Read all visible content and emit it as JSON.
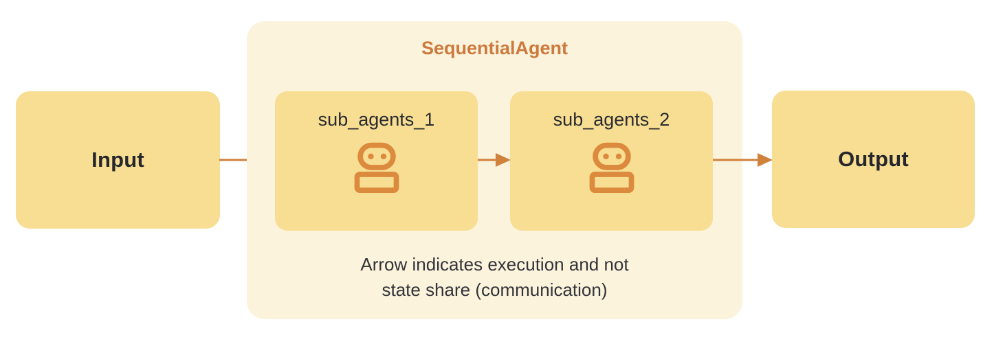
{
  "diagram": {
    "input_label": "Input",
    "output_label": "Output",
    "container_title": "SequentialAgent",
    "sub_agents": [
      {
        "label": "sub_agents_1",
        "icon": "robot-icon"
      },
      {
        "label": "sub_agents_2",
        "icon": "robot-icon"
      }
    ],
    "note": {
      "line1": "Arrow indicates execution and not",
      "line2": "state share (communication)"
    },
    "arrows": [
      {
        "from": "input",
        "to": "sub_agents_1"
      },
      {
        "from": "sub_agents_1",
        "to": "sub_agents_2"
      },
      {
        "from": "sub_agents_2",
        "to": "output"
      }
    ],
    "colors": {
      "node_fill": "#F7DE92",
      "container_fill": "#FBF3DC",
      "title_orange": "#CC7A3D",
      "arrow_orange": "#D0813C",
      "icon_orange": "#DB8A3E",
      "text_dark": "#26272C"
    }
  }
}
